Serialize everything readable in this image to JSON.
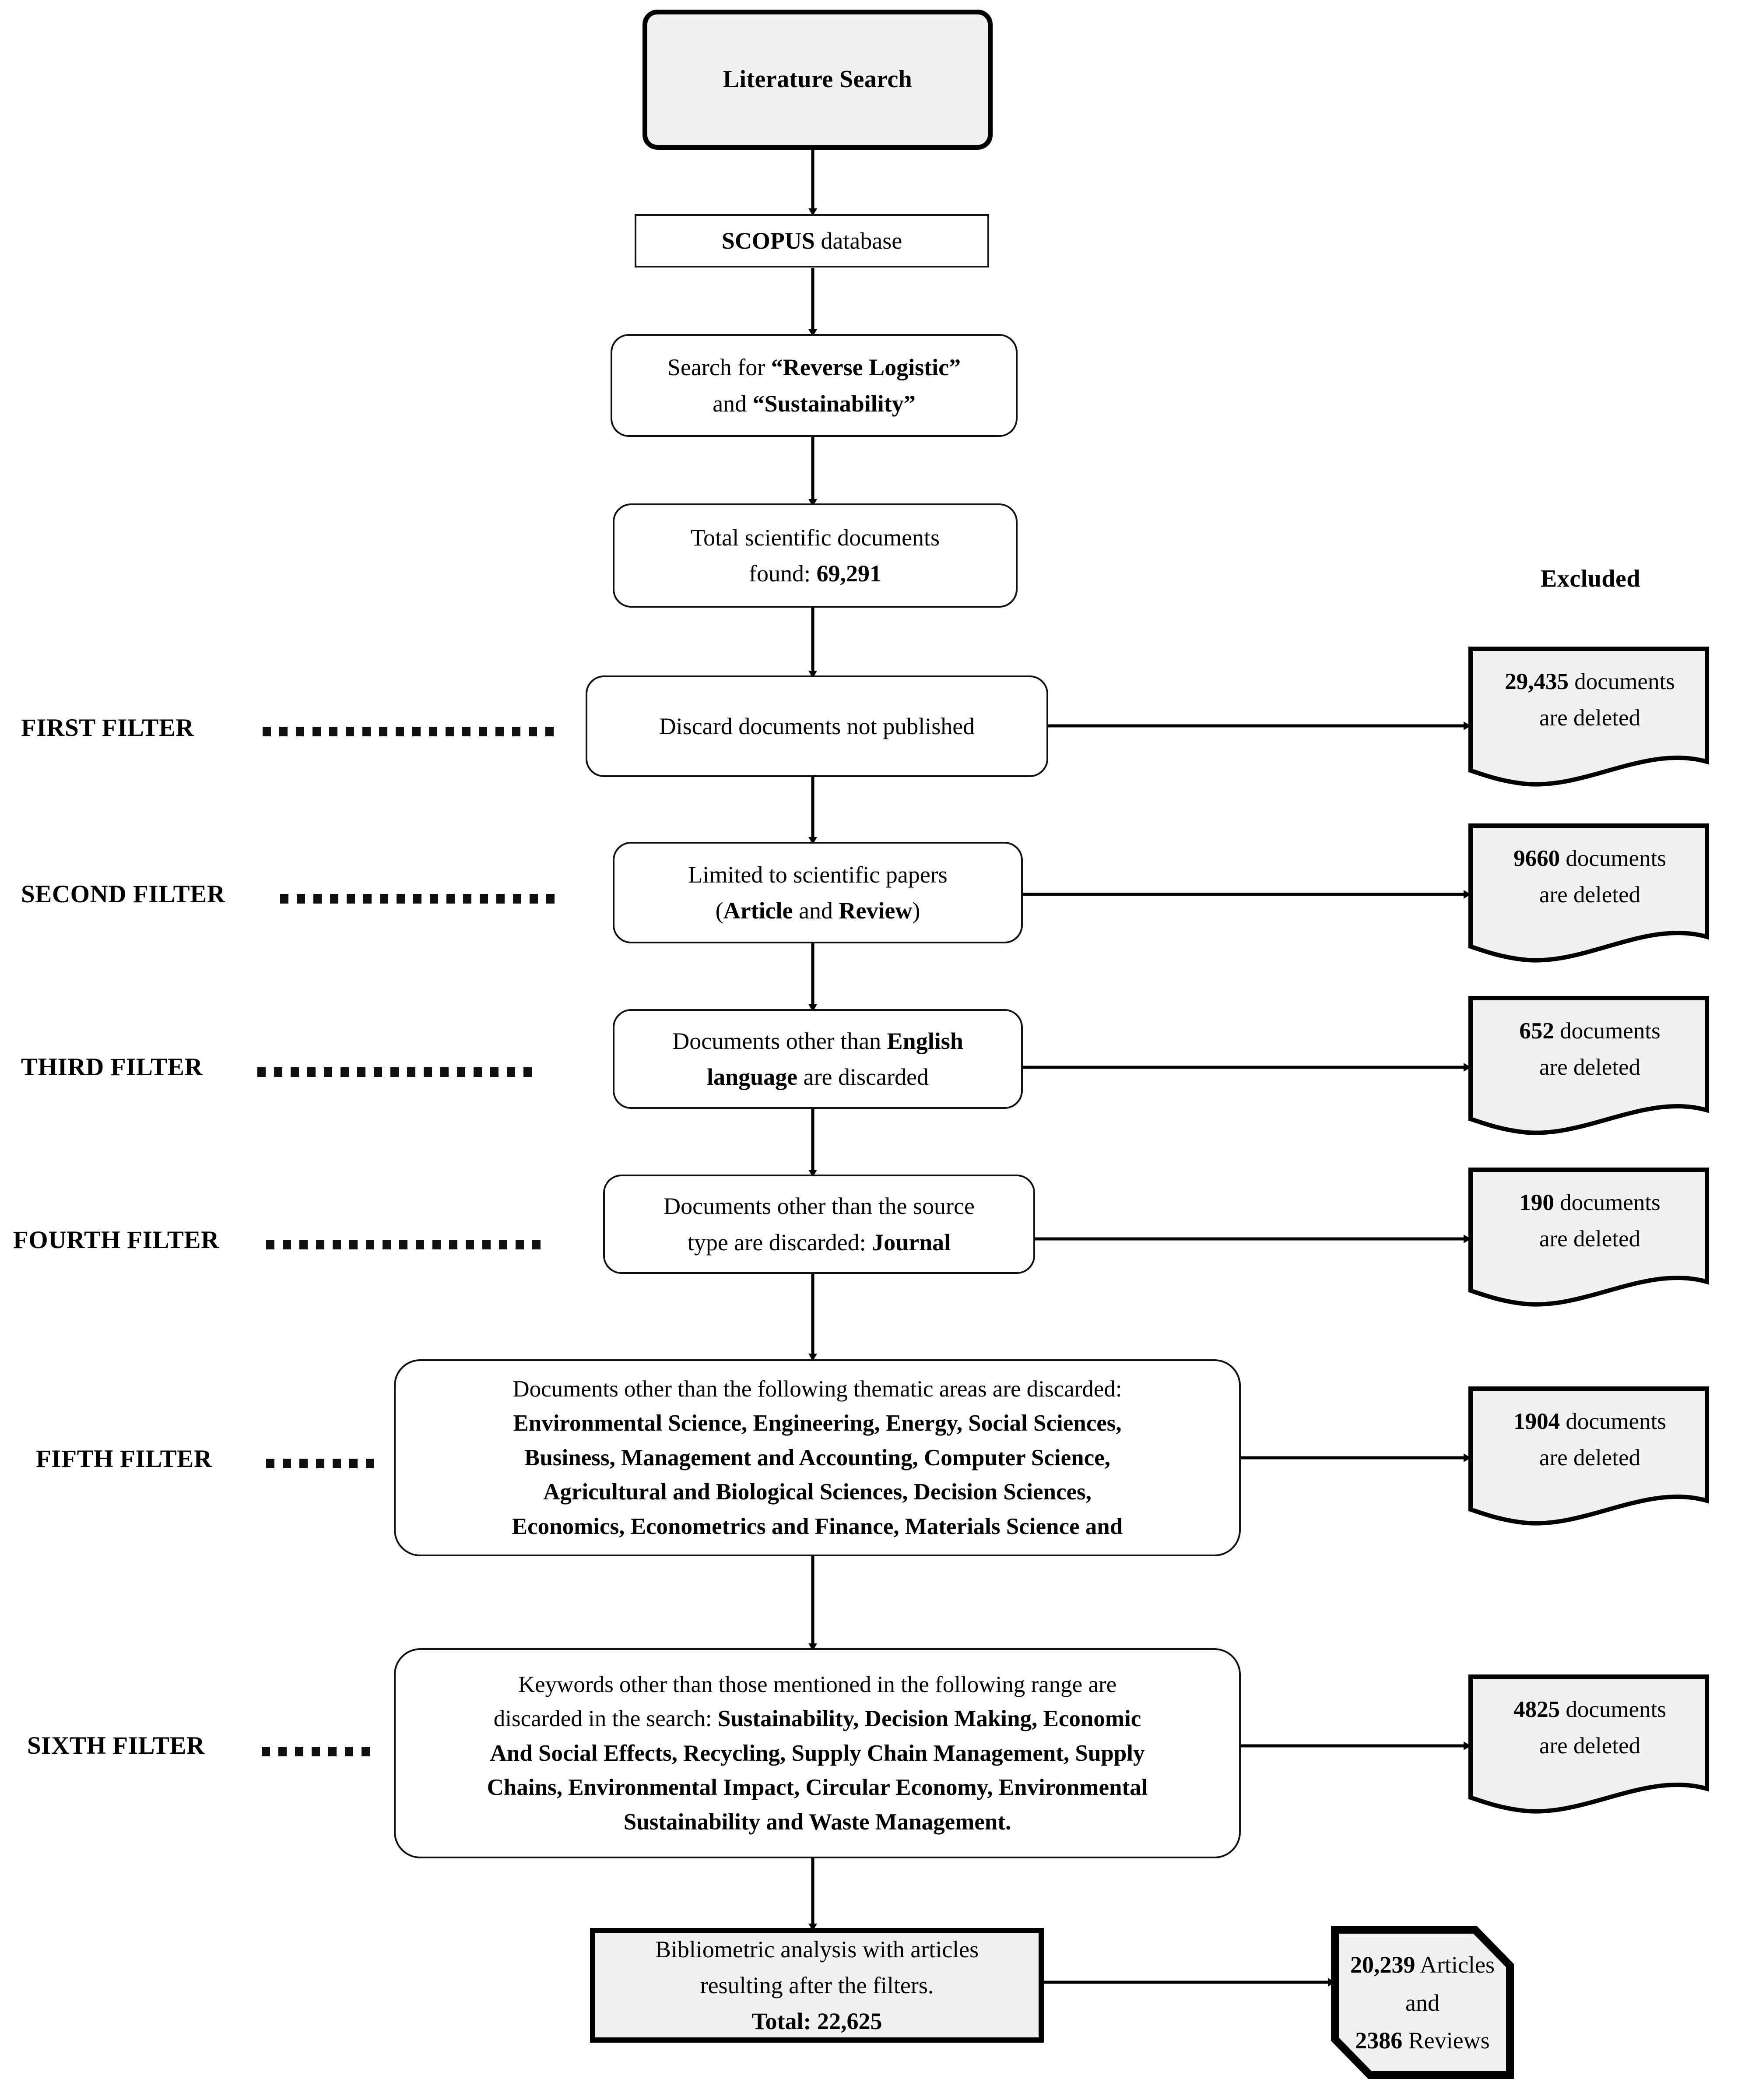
{
  "flow": {
    "start": {
      "label": "Literature Search"
    },
    "database": {
      "label_bold": "SCOPUS",
      "label_rest": " database"
    },
    "search": {
      "line1_pre": "Search for ",
      "line1_bold": "“Reverse Logistic”",
      "line2_pre": "and ",
      "line2_bold": "“Sustainability”"
    },
    "total": {
      "line1": "Total scientific  documents",
      "line2_pre": "found: ",
      "line2_bold": "69,291"
    },
    "steps": [
      {
        "id": "first",
        "filter_label": "FIRST FILTER",
        "text_lines": [
          "Discard  documents  not published"
        ],
        "excluded_bold": "29,435",
        "excluded_rest": " documents",
        "excluded_line2": "are deleted"
      },
      {
        "id": "second",
        "filter_label": "SECOND FILTER",
        "text_lines": [
          "Limited  to scientific  papers"
        ],
        "text_line2_parts": [
          "(",
          "Article",
          " and ",
          "Review",
          ")"
        ],
        "excluded_bold": "9660",
        "excluded_rest": " documents",
        "excluded_line2": "are deleted"
      },
      {
        "id": "third",
        "filter_label": "THIRD FILTER",
        "text_line1_pre": "Documents other  than ",
        "text_line1_bold": "English",
        "text_line2_bold": "language",
        "text_line2_post": " are discarded",
        "excluded_bold": "652",
        "excluded_rest": " documents",
        "excluded_line2": "are deleted"
      },
      {
        "id": "fourth",
        "filter_label": "FOURTH FILTER",
        "text_line1": "Documents other  than the source",
        "text_line2_pre": "type  are discarded:  ",
        "text_line2_bold": "Journal",
        "excluded_bold": "190",
        "excluded_rest": " documents",
        "excluded_line2": "are deleted"
      },
      {
        "id": "fifth",
        "filter_label": "FIFTH FILTER",
        "intro": "Documents other  than the following  thematic areas  are discarded:",
        "body_bold_lines": [
          "Environmental Science, Engineering, Energy, Social Sciences,",
          "Business, Management and Accounting, Computer Science,",
          "Agricultural and Biological Sciences, Decision Sciences,",
          "Economics, Econometrics and Finance, Materials Science and"
        ],
        "excluded_bold": "1904",
        "excluded_rest": " documents",
        "excluded_line2": "are deleted"
      },
      {
        "id": "sixth",
        "filter_label": "SIXTH FILTER",
        "intro_line1": "Keywords  other  than those  mentioned  in the following  range are",
        "intro_line2_pre": "discarded  in the search: ",
        "body_bold_lines": [
          "Sustainability, Decision Making, Economic",
          "And Social Effects, Recycling, Supply Chain Management, Supply",
          "Chains, Environmental Impact, Circular Economy, Environmental",
          "Sustainability and Waste Management."
        ],
        "excluded_bold": "4825",
        "excluded_rest": " documents",
        "excluded_line2": "are deleted"
      }
    ],
    "result": {
      "line1": "Bibliometric  analysis with articles",
      "line2": "resulting  after the filters.",
      "line3_pre": "Total: ",
      "line3_bold": "22,625"
    },
    "outcome": {
      "line1_bold": "20,239",
      "line1_rest": " Articles and",
      "line2_bold": "2386",
      "line2_rest": " Reviews"
    },
    "excluded_header": "Excluded"
  },
  "colors": {
    "ink": "#000000",
    "box_fill_gray": "#f0f0f0",
    "box_fill_white": "#ffffff",
    "stroke": "#111111"
  }
}
